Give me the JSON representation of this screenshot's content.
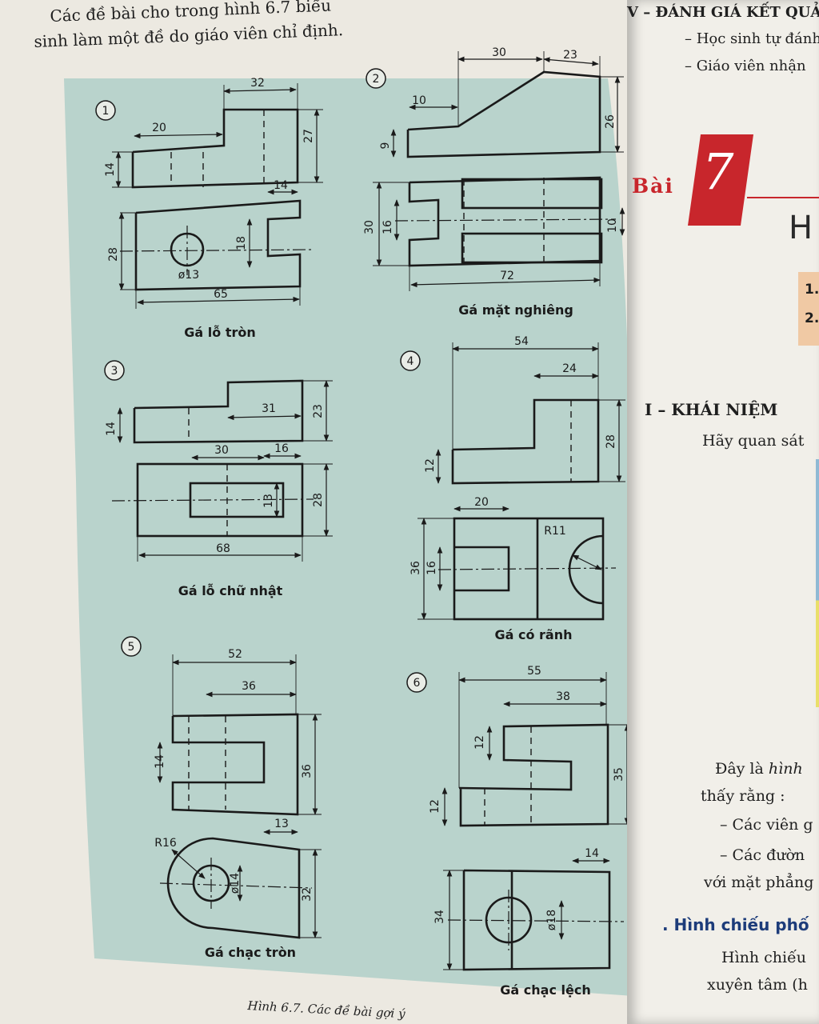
{
  "left_page": {
    "intro_line1": "Các đề bài cho trong hình 6.7 biểu",
    "intro_line2": "sinh làm một đề do giáo viên chỉ định.",
    "figure_caption": "Hình 6.7. Các đề bài gợi ý",
    "drawings": [
      {
        "number": "1",
        "title": "Gá lỗ tròn",
        "dims": [
          "32",
          "20",
          "27",
          "14",
          "14",
          "18",
          "28",
          "ø13",
          "65"
        ]
      },
      {
        "number": "2",
        "title": "Gá mặt nghiêng",
        "dims": [
          "30",
          "23",
          "10",
          "9",
          "26",
          "30",
          "16",
          "10",
          "72"
        ]
      },
      {
        "number": "3",
        "title": "Gá lỗ chữ nhật",
        "dims": [
          "14",
          "31",
          "23",
          "30",
          "16",
          "13",
          "28",
          "68"
        ]
      },
      {
        "number": "4",
        "title": "Gá có rãnh",
        "dims": [
          "54",
          "24",
          "12",
          "28",
          "20",
          "R11",
          "36",
          "16"
        ]
      },
      {
        "number": "5",
        "title": "Gá chạc tròn",
        "dims": [
          "52",
          "36",
          "14",
          "36",
          "13",
          "R16",
          "ø14",
          "32"
        ]
      },
      {
        "number": "6",
        "title": "Gá chạc lệch",
        "dims": [
          "55",
          "38",
          "12",
          "12",
          "35",
          "14",
          "34",
          "ø18"
        ]
      }
    ]
  },
  "right_page": {
    "section_v": "V – ĐÁNH GIÁ KẾT QUẢ",
    "bullet1": "– Học sinh tự đánh",
    "bullet2": "– Giáo viên nhận",
    "lesson_word": "Bài",
    "lesson_number": "7",
    "heading_letter": "H",
    "list_1": "1.",
    "list_2": "2.",
    "section_i": "I – KHÁI NIỆM",
    "observe": "Hãy quan sát",
    "p1_a": "Đây là ",
    "p1_b": "hình",
    "p2": "thấy rằng :",
    "p3": "– Các viên g",
    "p4": "– Các đườn",
    "p5": "với mặt phẳng",
    "subheading": ". Hình chiếu phố",
    "p6": "Hình chiếu",
    "p7": "xuyên tâm (h"
  },
  "colors": {
    "panel": "#b9d3cc",
    "line": "#1a1a1a",
    "lesson_red": "#c8262c"
  }
}
